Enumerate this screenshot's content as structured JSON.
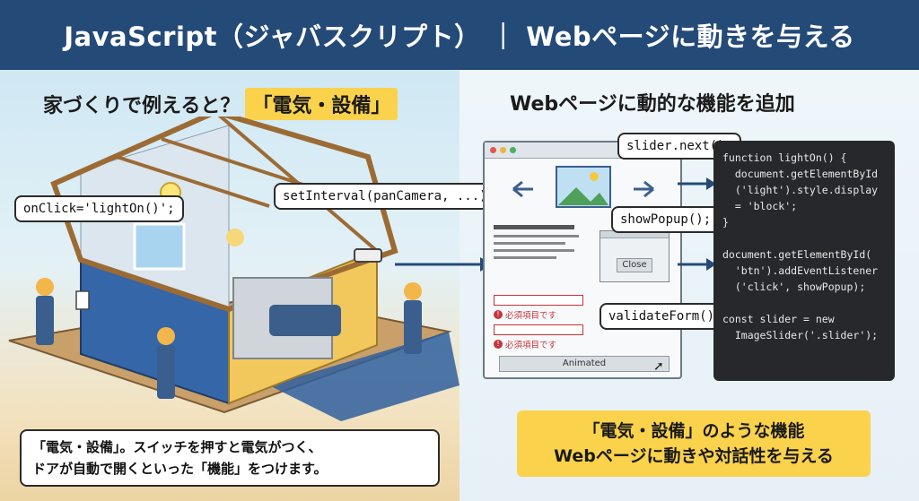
{
  "header": {
    "title": "JavaScript（ジャバスクリプト） ｜ Webページに動きを与える"
  },
  "left": {
    "title_prefix": "家づくりで例えると？",
    "title_highlight": "「電気・設備」",
    "callouts": {
      "onclick": "onClick='lightOn()';",
      "setinterval": "setInterval(panCamera, ...);"
    },
    "caption_line1": "「電気・設備」。スイッチを押すと電気がつく、",
    "caption_line2": "ドアが自動で開くといった「機能」をつけます。"
  },
  "right": {
    "title": "Webページに動的な機能を追加",
    "browser": {
      "close_label": "Close",
      "error1": "必須項目です",
      "error2": "必須項目です",
      "animated_label": "Animated"
    },
    "callouts": {
      "slider_next": "slider.next();",
      "show_popup": "showPopup();",
      "validate_form": "validateForm();"
    },
    "code": {
      "l1": "function lightOn() {",
      "l2": "  document.getElementById",
      "l3": "  ('light').style.display",
      "l4": "  = 'block';",
      "l5": "}",
      "l6": "",
      "l7": "document.getElementById(",
      "l8": "  'btn').addEventListener",
      "l9": "  ('click', showPopup);",
      "l10": "",
      "l11": "const slider = new",
      "l12": "  ImageSlider('.slider');"
    },
    "summary_line1": "「電気・設備」のような機能",
    "summary_line2": "Webページに動きや対話性を与える"
  },
  "colors": {
    "header": "#244a78",
    "highlight": "#fbd24b",
    "code_bg": "#26282b",
    "arrow": "#244a78",
    "error": "#c7333a"
  }
}
